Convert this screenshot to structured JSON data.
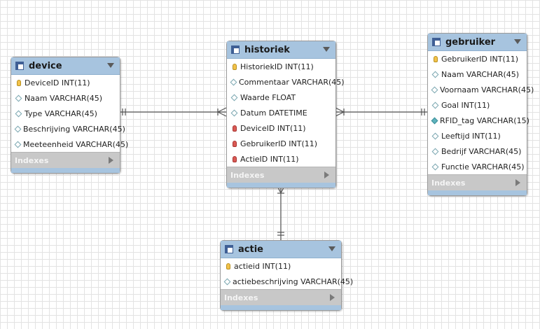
{
  "diagram": {
    "tables": [
      {
        "name": "device",
        "columns": [
          {
            "label": "DeviceID INT(11)",
            "icon": "primary-key-icon"
          },
          {
            "label": "Naam VARCHAR(45)",
            "icon": "column-icon"
          },
          {
            "label": "Type VARCHAR(45)",
            "icon": "column-icon"
          },
          {
            "label": "Beschrijving VARCHAR(45)",
            "icon": "column-icon"
          },
          {
            "label": "Meeteenheid VARCHAR(45)",
            "icon": "column-icon"
          }
        ],
        "indexes_label": "Indexes"
      },
      {
        "name": "historiek",
        "columns": [
          {
            "label": "HistoriekID INT(11)",
            "icon": "primary-key-icon"
          },
          {
            "label": "Commentaar VARCHAR(45)",
            "icon": "column-icon"
          },
          {
            "label": "Waarde FLOAT",
            "icon": "column-icon"
          },
          {
            "label": "Datum DATETIME",
            "icon": "column-icon"
          },
          {
            "label": "DeviceID INT(11)",
            "icon": "foreign-key-icon"
          },
          {
            "label": "GebruikerID INT(11)",
            "icon": "foreign-key-icon"
          },
          {
            "label": "ActieID INT(11)",
            "icon": "foreign-key-icon"
          }
        ],
        "indexes_label": "Indexes"
      },
      {
        "name": "gebruiker",
        "columns": [
          {
            "label": "GebruikerID INT(11)",
            "icon": "primary-key-icon"
          },
          {
            "label": "Naam VARCHAR(45)",
            "icon": "column-icon"
          },
          {
            "label": "Voornaam VARCHAR(45)",
            "icon": "column-icon"
          },
          {
            "label": "Goal INT(11)",
            "icon": "column-icon"
          },
          {
            "label": "RFID_tag VARCHAR(15)",
            "icon": "not-null-column-icon"
          },
          {
            "label": "Leeftijd INT(11)",
            "icon": "column-icon"
          },
          {
            "label": "Bedrijf VARCHAR(45)",
            "icon": "column-icon"
          },
          {
            "label": "Functie VARCHAR(45)",
            "icon": "column-icon"
          }
        ],
        "indexes_label": "Indexes"
      },
      {
        "name": "actie",
        "columns": [
          {
            "label": "actieid INT(11)",
            "icon": "primary-key-icon"
          },
          {
            "label": "actiebeschrijving VARCHAR(45)",
            "icon": "column-icon"
          }
        ],
        "indexes_label": "Indexes"
      }
    ],
    "relationships": [
      {
        "from": "device",
        "to": "historiek",
        "cardinality": "one-to-many"
      },
      {
        "from": "gebruiker",
        "to": "historiek",
        "cardinality": "one-to-many"
      },
      {
        "from": "actie",
        "to": "historiek",
        "cardinality": "one-to-many"
      }
    ],
    "colors": {
      "header": "#a7c4df",
      "indexes_bar": "#c8c8c8",
      "primary_key": "#f2c24a",
      "foreign_key": "#d95a55",
      "grid": "#e3e3e3",
      "connector": "#555555"
    }
  }
}
